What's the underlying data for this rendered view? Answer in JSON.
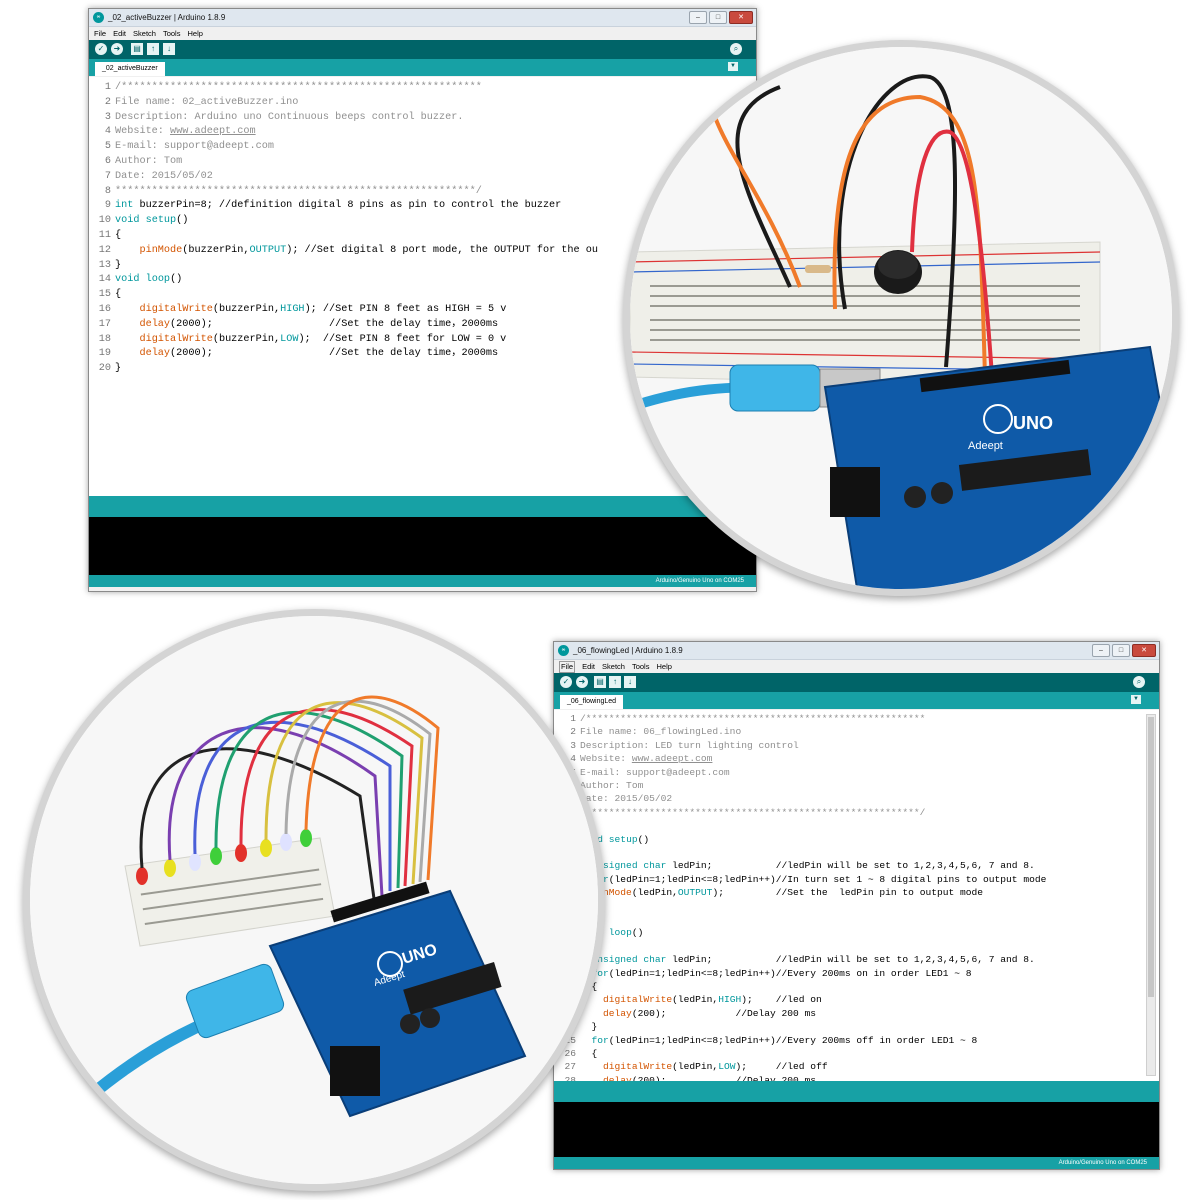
{
  "window1": {
    "title": "_02_activeBuzzer | Arduino 1.8.9",
    "menu": [
      "File",
      "Edit",
      "Sketch",
      "Tools",
      "Help"
    ],
    "tab": "_02_activeBuzzer",
    "status": "Arduino/Genuino Uno on COM25"
  },
  "window2": {
    "title": "_06_flowingLed | Arduino 1.8.9",
    "menu": [
      "File",
      "Edit",
      "Sketch",
      "Tools",
      "Help"
    ],
    "tab": "_06_flowingLed",
    "status": "Arduino/Genuino Uno on COM25"
  },
  "code1": [
    {
      "n": "1",
      "s": [
        [
          "c",
          "/***********************************************************"
        ]
      ]
    },
    {
      "n": "2",
      "s": [
        [
          "c",
          "File name: 02_activeBuzzer.ino"
        ]
      ]
    },
    {
      "n": "3",
      "s": [
        [
          "c",
          "Description: Arduino uno Continuous beeps control buzzer."
        ]
      ]
    },
    {
      "n": "4",
      "s": [
        [
          "c",
          "Website: "
        ],
        [
          "lnk",
          "www.adeept.com"
        ]
      ]
    },
    {
      "n": "5",
      "s": [
        [
          "c",
          "E-mail: support@adeept.com"
        ]
      ]
    },
    {
      "n": "6",
      "s": [
        [
          "c",
          "Author: Tom"
        ]
      ]
    },
    {
      "n": "7",
      "s": [
        [
          "c",
          "Date: 2015/05/02"
        ]
      ]
    },
    {
      "n": "8",
      "s": [
        [
          "c",
          "***********************************************************/"
        ]
      ]
    },
    {
      "n": "9",
      "s": [
        [
          "kw",
          "int"
        ],
        [
          "tx",
          " buzzerPin=8; //definition digital 8 pins as pin to control the buzzer"
        ]
      ]
    },
    {
      "n": "10",
      "s": [
        [
          "kw",
          "void"
        ],
        [
          "tx",
          " "
        ],
        [
          "kw",
          "setup"
        ],
        [
          "tx",
          "()"
        ]
      ]
    },
    {
      "n": "11",
      "s": [
        [
          "tx",
          "{"
        ]
      ]
    },
    {
      "n": "12",
      "s": [
        [
          "tx",
          "    "
        ],
        [
          "fn",
          "pinMode"
        ],
        [
          "tx",
          "(buzzerPin,"
        ],
        [
          "cst",
          "OUTPUT"
        ],
        [
          "tx",
          "); //Set digital 8 port mode, the OUTPUT for the ou"
        ]
      ]
    },
    {
      "n": "13",
      "s": [
        [
          "tx",
          "}"
        ]
      ]
    },
    {
      "n": "14",
      "s": [
        [
          "kw",
          "void"
        ],
        [
          "tx",
          " "
        ],
        [
          "kw",
          "loop"
        ],
        [
          "tx",
          "()"
        ]
      ]
    },
    {
      "n": "15",
      "s": [
        [
          "tx",
          "{"
        ]
      ]
    },
    {
      "n": "16",
      "s": [
        [
          "tx",
          "    "
        ],
        [
          "fn",
          "digitalWrite"
        ],
        [
          "tx",
          "(buzzerPin,"
        ],
        [
          "cst",
          "HIGH"
        ],
        [
          "tx",
          "); //Set PIN 8 feet as HIGH = 5 v"
        ]
      ]
    },
    {
      "n": "17",
      "s": [
        [
          "tx",
          "    "
        ],
        [
          "fn",
          "delay"
        ],
        [
          "tx",
          "(2000);                   //Set the delay time，2000ms"
        ]
      ]
    },
    {
      "n": "18",
      "s": [
        [
          "tx",
          "    "
        ],
        [
          "fn",
          "digitalWrite"
        ],
        [
          "tx",
          "(buzzerPin,"
        ],
        [
          "cst",
          "LOW"
        ],
        [
          "tx",
          ");  //Set PIN 8 feet for LOW = 0 v"
        ]
      ]
    },
    {
      "n": "19",
      "s": [
        [
          "tx",
          "    "
        ],
        [
          "fn",
          "delay"
        ],
        [
          "tx",
          "(2000);                   //Set the delay time，2000ms"
        ]
      ]
    },
    {
      "n": "20",
      "s": [
        [
          "tx",
          "}"
        ]
      ]
    }
  ],
  "code2": [
    {
      "n": "1",
      "s": [
        [
          "c",
          "/***********************************************************"
        ]
      ]
    },
    {
      "n": "2",
      "s": [
        [
          "c",
          "File name: 06_flowingLed.ino"
        ]
      ]
    },
    {
      "n": "3",
      "s": [
        [
          "c",
          "Description: LED turn lighting control"
        ]
      ]
    },
    {
      "n": "4",
      "s": [
        [
          "c",
          "Website: "
        ],
        [
          "lnk",
          "www.adeept.com"
        ]
      ]
    },
    {
      "n": "5",
      "s": [
        [
          "c",
          "E-mail: support@adeept.com"
        ]
      ]
    },
    {
      "n": "6",
      "s": [
        [
          "c",
          "Author: Tom"
        ]
      ]
    },
    {
      "n": "7",
      "s": [
        [
          "c",
          "Date: 2015/05/02"
        ]
      ]
    },
    {
      "n": "8",
      "s": [
        [
          "c",
          "***********************************************************/"
        ]
      ]
    },
    {
      "n": "9",
      "s": []
    },
    {
      "n": "10",
      "s": [
        [
          "kw",
          "void"
        ],
        [
          "tx",
          " "
        ],
        [
          "kw",
          "setup"
        ],
        [
          "tx",
          "()"
        ]
      ]
    },
    {
      "n": "11",
      "s": [
        [
          "tx",
          "{"
        ]
      ]
    },
    {
      "n": "12",
      "s": [
        [
          "tx",
          "  "
        ],
        [
          "kw",
          "unsigned char"
        ],
        [
          "tx",
          " ledPin;           //ledPin will be set to 1,2,3,4,5,6, 7 and 8."
        ]
      ]
    },
    {
      "n": "13",
      "s": [
        [
          "tx",
          "  "
        ],
        [
          "kw",
          "for"
        ],
        [
          "tx",
          "(ledPin=1;ledPin<=8;ledPin++)//In turn set 1 ~ 8 digital pins to output mode"
        ]
      ]
    },
    {
      "n": "14",
      "s": [
        [
          "tx",
          "  "
        ],
        [
          "fn",
          "pinMode"
        ],
        [
          "tx",
          "(ledPin,"
        ],
        [
          "cst",
          "OUTPUT"
        ],
        [
          "tx",
          ");         //Set the  ledPin pin to output mode"
        ]
      ]
    },
    {
      "n": "15",
      "s": [
        [
          "tx",
          "}"
        ]
      ]
    },
    {
      "n": "16",
      "s": []
    },
    {
      "n": "17",
      "s": [
        [
          "kw",
          "void"
        ],
        [
          "tx",
          " "
        ],
        [
          "kw",
          "loop"
        ],
        [
          "tx",
          "()"
        ]
      ]
    },
    {
      "n": "18",
      "s": [
        [
          "tx",
          "{"
        ]
      ]
    },
    {
      "n": "19",
      "s": [
        [
          "tx",
          "  "
        ],
        [
          "kw",
          "unsigned char"
        ],
        [
          "tx",
          " ledPin;           //ledPin will be set to 1,2,3,4,5,6, 7 and 8."
        ]
      ]
    },
    {
      "n": "20",
      "s": [
        [
          "tx",
          "  "
        ],
        [
          "kw",
          "for"
        ],
        [
          "tx",
          "(ledPin=1;ledPin<=8;ledPin++)//Every 200ms on in order LED1 ~ 8"
        ]
      ]
    },
    {
      "n": "21",
      "s": [
        [
          "tx",
          "  {"
        ]
      ]
    },
    {
      "n": "22",
      "s": [
        [
          "tx",
          "    "
        ],
        [
          "fn",
          "digitalWrite"
        ],
        [
          "tx",
          "(ledPin,"
        ],
        [
          "cst",
          "HIGH"
        ],
        [
          "tx",
          ");    //led on"
        ]
      ]
    },
    {
      "n": "23",
      "s": [
        [
          "tx",
          "    "
        ],
        [
          "fn",
          "delay"
        ],
        [
          "tx",
          "(200);            //Delay 200 ms"
        ]
      ]
    },
    {
      "n": "24",
      "s": [
        [
          "tx",
          "  }"
        ]
      ]
    },
    {
      "n": "25",
      "s": [
        [
          "tx",
          "  "
        ],
        [
          "kw",
          "for"
        ],
        [
          "tx",
          "(ledPin=1;ledPin<=8;ledPin++)//Every 200ms off in order LED1 ~ 8"
        ]
      ]
    },
    {
      "n": "26",
      "s": [
        [
          "tx",
          "  {"
        ]
      ]
    },
    {
      "n": "27",
      "s": [
        [
          "tx",
          "    "
        ],
        [
          "fn",
          "digitalWrite"
        ],
        [
          "tx",
          "(ledPin,"
        ],
        [
          "cst",
          "LOW"
        ],
        [
          "tx",
          ");     //led off"
        ]
      ]
    },
    {
      "n": "28",
      "s": [
        [
          "tx",
          "    "
        ],
        [
          "fn",
          "delay"
        ],
        [
          "tx",
          "(200);            //Delay 200 ms"
        ]
      ]
    }
  ],
  "photo1": {
    "board_logo": "UNO",
    "board_brand": "Adeept"
  },
  "photo2": {
    "board_logo": "UNO",
    "board_brand": "Adeept"
  }
}
